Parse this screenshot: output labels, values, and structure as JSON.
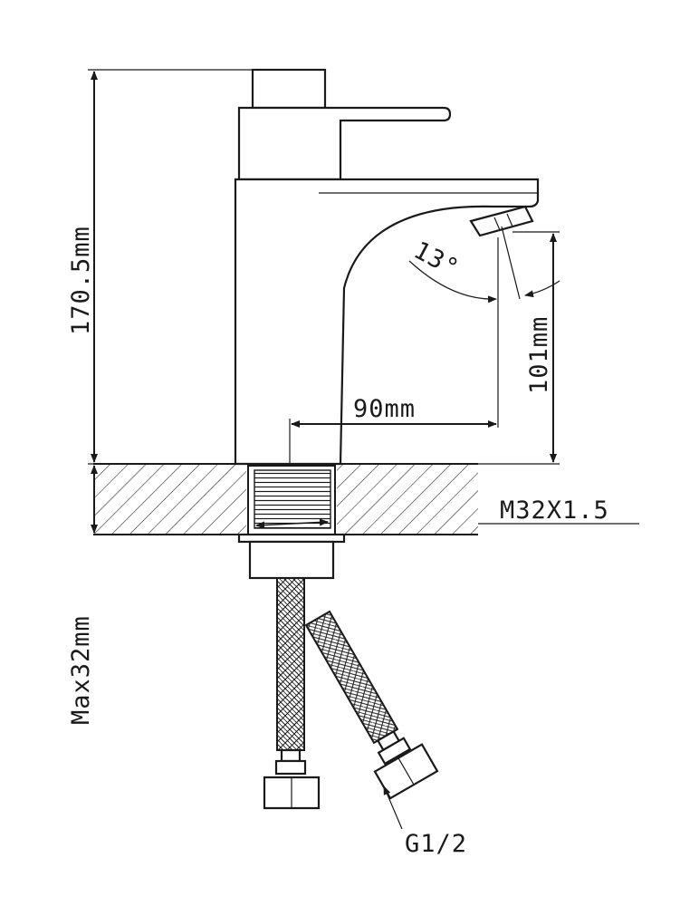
{
  "dimensions": {
    "overall_height": "170.5mm",
    "spout_height": "101mm",
    "spout_reach": "90mm",
    "angle": "13°",
    "thread": "M32X1.5",
    "max_thickness": "Max32mm",
    "hose_connection": "G1/2"
  },
  "colors": {
    "line": "#1a1a1a",
    "background": "#ffffff"
  }
}
